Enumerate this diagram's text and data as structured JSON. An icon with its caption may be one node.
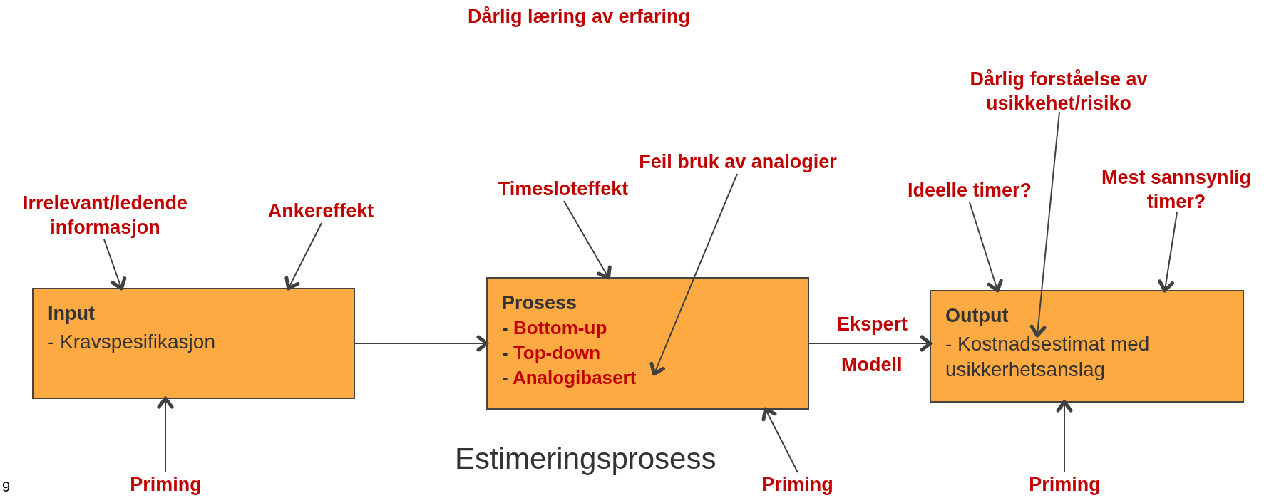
{
  "diagram": {
    "title": "Dårlig læring av erfaring",
    "caption": "Estimeringsprosess",
    "nodes": [
      {
        "text": [
          "Dårlig forståelse av usikkehet/risiko"
        ]
      },
      {
        "text": [
          "Feil bruk av analogier"
        ]
      },
      {
        "text": [
          "Timesloteffekt"
        ]
      },
      {
        "text": [
          "Ideelle timer?"
        ]
      },
      {
        "text": [
          "Mest sannsynlig timer?"
        ]
      },
      {
        "text": [
          "Irrelevant/ledende informasjon"
        ]
      },
      {
        "text": [
          "Ankereffekt"
        ]
      },
      {
        "text": [
          "Input",
          "- Kravspesifikasjon"
        ]
      },
      {
        "text": [
          "Prosess",
          "- Bottom-up",
          "- Top-down",
          "- Analogibasert"
        ]
      },
      {
        "text": [
          "Output",
          "- Kostnadsestimat med usikkerhetsanslag"
        ]
      },
      {
        "text": [
          "Priming"
        ]
      },
      {
        "text": [
          "Priming"
        ]
      },
      {
        "text": [
          "Priming"
        ]
      }
    ],
    "edges": [
      {
        "from": 7,
        "to": 8,
        "arrow": "to"
      },
      {
        "from": 8,
        "to": 9,
        "arrow": "to",
        "label": "Ekspert"
      },
      {
        "from": 5,
        "to": 7,
        "arrow": "to"
      },
      {
        "from": 6,
        "to": 7,
        "arrow": "to"
      },
      {
        "from": 2,
        "to": 8,
        "arrow": "to"
      },
      {
        "from": 1,
        "to": 8,
        "arrow": "to"
      },
      {
        "from": 0,
        "to": 9,
        "arrow": "to"
      },
      {
        "from": 3,
        "to": 9,
        "arrow": "to"
      },
      {
        "from": 4,
        "to": 9,
        "arrow": "to"
      },
      {
        "from": 10,
        "to": 7,
        "arrow": "to"
      },
      {
        "from": 11,
        "to": 8,
        "arrow": "to"
      },
      {
        "from": 12,
        "to": 9,
        "arrow": "to"
      }
    ],
    "labels": [
      "Modell",
      "9"
    ]
  }
}
